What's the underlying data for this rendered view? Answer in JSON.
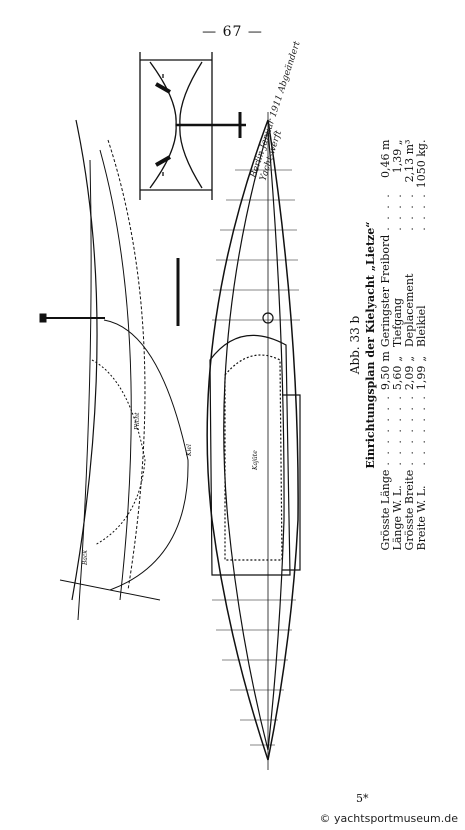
{
  "page": {
    "number": "— 67 —",
    "signature_mark": "5*"
  },
  "watermark": "© yachtsportmuseum.de",
  "handwritten_note": "Berlin Januar 1911 Abgeändert Yacht-werft",
  "figure": {
    "caption": "Abb. 33 b",
    "subcaption": "Einrichtungsplan der Kielyacht „Lietze“",
    "specs_left": [
      {
        "label": "Grösste Länge",
        "value": "9,50",
        "unit": "m"
      },
      {
        "label": "Länge W. L.",
        "value": "5,60",
        "unit": "„"
      },
      {
        "label": "Grösste Breite",
        "value": "2,09",
        "unit": "„"
      },
      {
        "label": "Breite W. L.",
        "value": "1,99",
        "unit": "„"
      }
    ],
    "specs_right": [
      {
        "label": "Geringster Freibord",
        "value": "0,46 m"
      },
      {
        "label": "Tiefgang",
        "value": "1,39 „"
      },
      {
        "label": "Deplacement",
        "value": "2,13 m³"
      },
      {
        "label": "Bleikiel",
        "value": "1050 kg."
      }
    ],
    "drawing_labels": {
      "cabin": "Kajüte",
      "cockpit": "Plicht",
      "stern": "Back",
      "keel": "Kiel"
    }
  }
}
